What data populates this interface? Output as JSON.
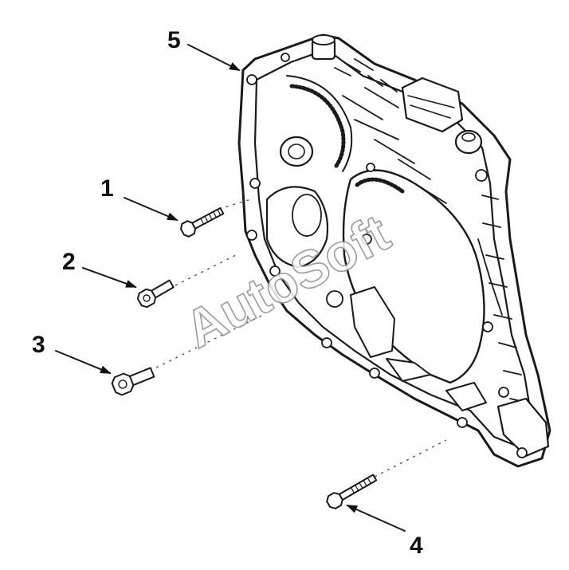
{
  "callouts": [
    {
      "id": "1",
      "label": "1"
    },
    {
      "id": "2",
      "label": "2"
    },
    {
      "id": "3",
      "label": "3"
    },
    {
      "id": "4",
      "label": "4"
    },
    {
      "id": "5",
      "label": "5"
    }
  ],
  "watermark": "AutoSoft",
  "colors": {
    "ink": "#1a1a1a",
    "paper": "#ffffff",
    "watermark_stroke": "#8a8a8a"
  }
}
